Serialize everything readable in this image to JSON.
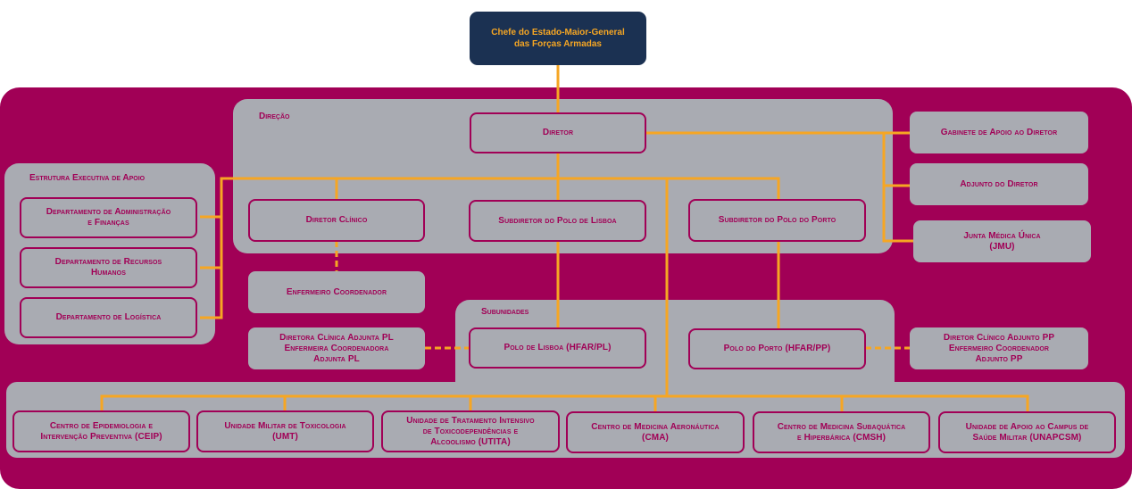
{
  "colors": {
    "frame": "#a10056",
    "panel": "#a9abb2",
    "top_box": "#1b3152",
    "connector": "#f6a623",
    "text": "#a10056"
  },
  "top": {
    "label_line1": "Chefe do Estado-Maior-General",
    "label_line2": "das Forças Armadas"
  },
  "direcao": {
    "label": "Direção",
    "diretor": "Diretor",
    "diretor_clinico": "Diretor Clínico",
    "subdiretor_lisboa": "Subdiretor do Polo de Lisboa",
    "subdiretor_porto": "Subdiretor do Polo do Porto"
  },
  "apoio_direto": [
    {
      "label": "Gabinete de Apoio ao Diretor"
    },
    {
      "label": "Adjunto do Diretor"
    },
    {
      "label": "Junta Médica Única",
      "label2": "(JMU)"
    }
  ],
  "estrutura_executiva": {
    "label": "Estrutura Executiva de Apoio",
    "items": [
      {
        "label": "Departamento de Administração",
        "label2": "e Finanças"
      },
      {
        "label": "Departamento de Recursos",
        "label2": "Humanos"
      },
      {
        "label": "Departamento de Logística"
      }
    ]
  },
  "enfermeiro_coordenador": "Enfermeiro Coordenador",
  "adjuntos_pl": {
    "line1": "Diretora Clínica Adjunta PL",
    "line2": "Enfermeira Coordenadora",
    "line3": "Adjunta PL"
  },
  "adjuntos_pp": {
    "line1": "Diretor Clínico Adjunto PP",
    "line2": "Enfermeiro Coordenador",
    "line3": "Adjunto PP"
  },
  "subunidades": {
    "label": "Subunidades",
    "polo_lisboa": "Polo de Lisboa (HFAR/PL)",
    "polo_porto": "Polo do Porto (HFAR/PP)"
  },
  "unidades": [
    {
      "line1": "Centro de Epidemiologia e",
      "line2": "Intervenção Preventiva (CEIP)"
    },
    {
      "line1": "Unidade Militar de Toxicologia",
      "line2": "(UMT)"
    },
    {
      "line1": "Unidade de Tratamento Intensivo",
      "line2": "de Toxicodependências e",
      "line3": "Alcoolismo (UTITA)"
    },
    {
      "line1": "Centro de Medicina Aeronáutica",
      "line2": "(CMA)"
    },
    {
      "line1": "Centro de Medicina Subaquática",
      "line2": "e Hiperbárica (CMSH)"
    },
    {
      "line1": "Unidade de Apoio ao Campus de",
      "line2": "Saúde Militar (UNAPCSM)"
    }
  ]
}
